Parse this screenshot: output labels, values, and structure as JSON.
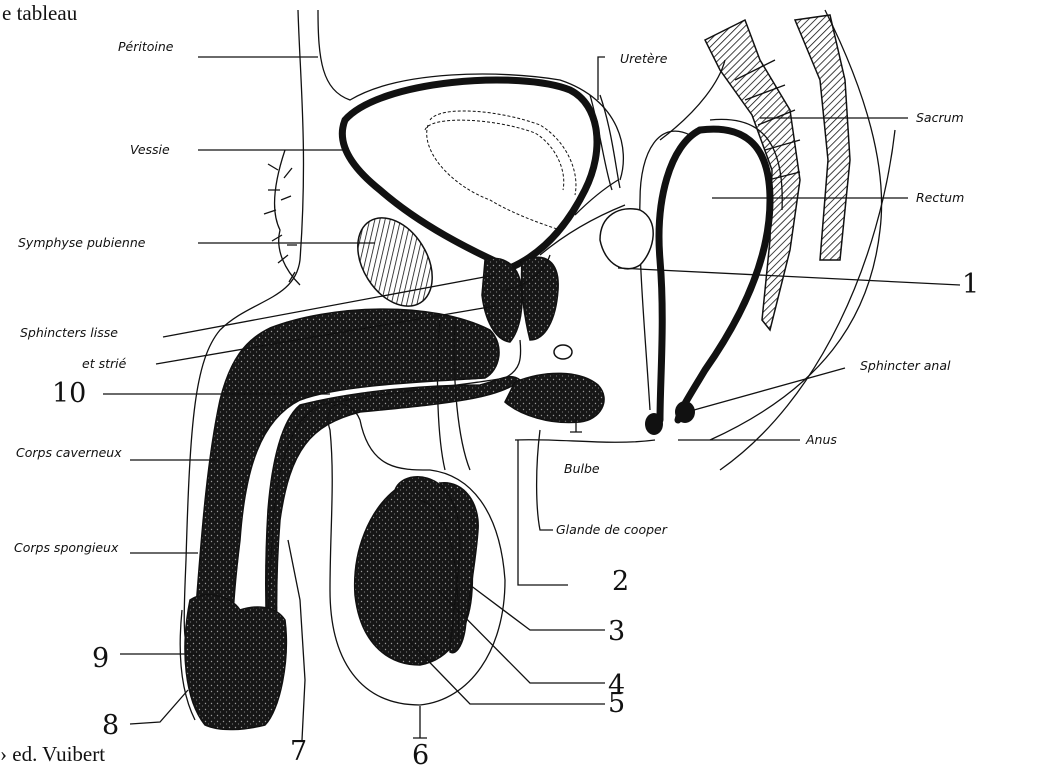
{
  "caption_top": "e tableau",
  "caption_bottom": "› ed. Vuibert",
  "labels": {
    "peritoine": "Péritoine",
    "uretere": "Uretère",
    "vessie": "Vessie",
    "sacrum": "Sacrum",
    "rectum": "Rectum",
    "symphyse": "Symphyse pubienne",
    "sphincters_line1": "Sphincters lisse",
    "sphincters_line2": "et strié",
    "sphincter_anal": "Sphincter anal",
    "anus": "Anus",
    "corps_caverneux": "Corps caverneux",
    "corps_spongieux": "Corps spongieux",
    "bulbe": "Bulbe",
    "glande_cooper": "Glande de cooper"
  },
  "numbers": {
    "n1": "1",
    "n2": "2",
    "n3": "3",
    "n4": "4",
    "n5": "5",
    "n6": "6",
    "n7": "7",
    "n8": "8",
    "n9": "9",
    "n10": "10"
  },
  "colors": {
    "ink": "#111111",
    "paper": "#ffffff",
    "tissue": "#1a1a1a"
  }
}
